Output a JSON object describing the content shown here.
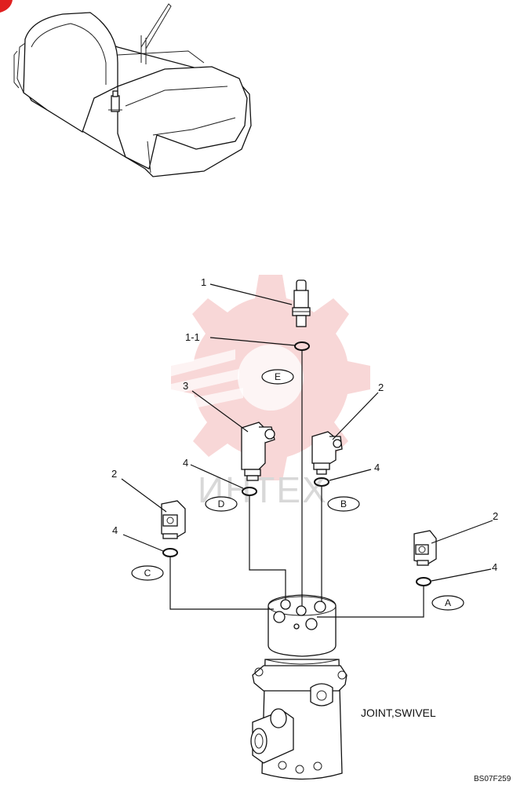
{
  "title": "JOINT,SWIVEL",
  "drawing_code": "BS07F259",
  "watermark_text": "ИНТЕХ",
  "callouts": {
    "c1": "1",
    "c1_1": "1-1",
    "c2_left": "2",
    "c2_mid": "2",
    "c2_right": "2",
    "c3": "3",
    "c4_left": "4",
    "c4_mid_left": "4",
    "c4_mid_right": "4",
    "c4_right": "4"
  },
  "ports": {
    "a": "A",
    "b": "B",
    "c": "C",
    "d": "D",
    "e": "E"
  }
}
